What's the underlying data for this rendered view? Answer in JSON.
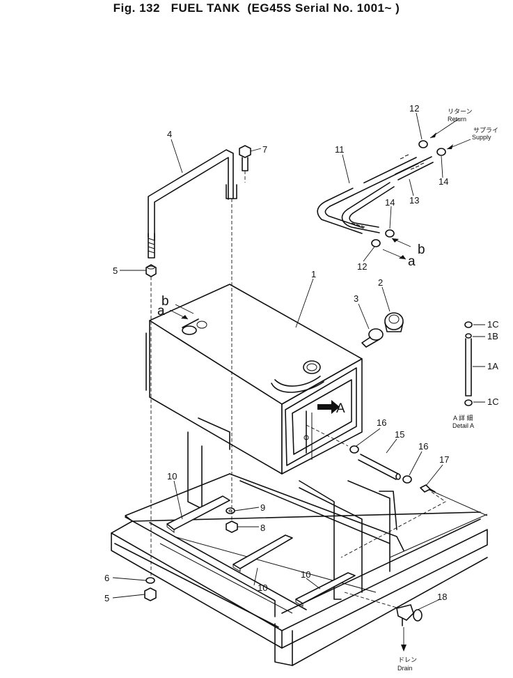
{
  "title": {
    "fig": "Fig. 132",
    "name": "FUEL TANK",
    "serial": "(EG45S Serial No. 1001~ )"
  },
  "callouts": {
    "p1": "1",
    "p2": "2",
    "p3": "3",
    "p4": "4",
    "p5a": "5",
    "p5b": "5",
    "p6": "6",
    "p7": "7",
    "p8": "8",
    "p9": "9",
    "p10a": "10",
    "p10b": "10",
    "p10c": "10",
    "p11": "11",
    "p12a": "12",
    "p12b": "12",
    "p13": "13",
    "p14a": "14",
    "p14b": "14",
    "p15": "15",
    "p16a": "16",
    "p16b": "16",
    "p17": "17",
    "p18": "18",
    "p1a": "1A",
    "p1b": "1B",
    "p1c_top": "1C",
    "p1c_bot": "1C"
  },
  "flow_labels": {
    "return_jp": "リターン",
    "return_en": "Return",
    "supply_jp": "サプライ",
    "supply_en": "Supply",
    "drain_jp": "ドレン",
    "drain_en": "Drain"
  },
  "markers": {
    "arrow_a": "A",
    "a_top": "a",
    "b_top": "b",
    "a_tank": "a",
    "b_tank": "b"
  },
  "detail": {
    "jp": "A 詳 細",
    "en": "Detail A"
  }
}
